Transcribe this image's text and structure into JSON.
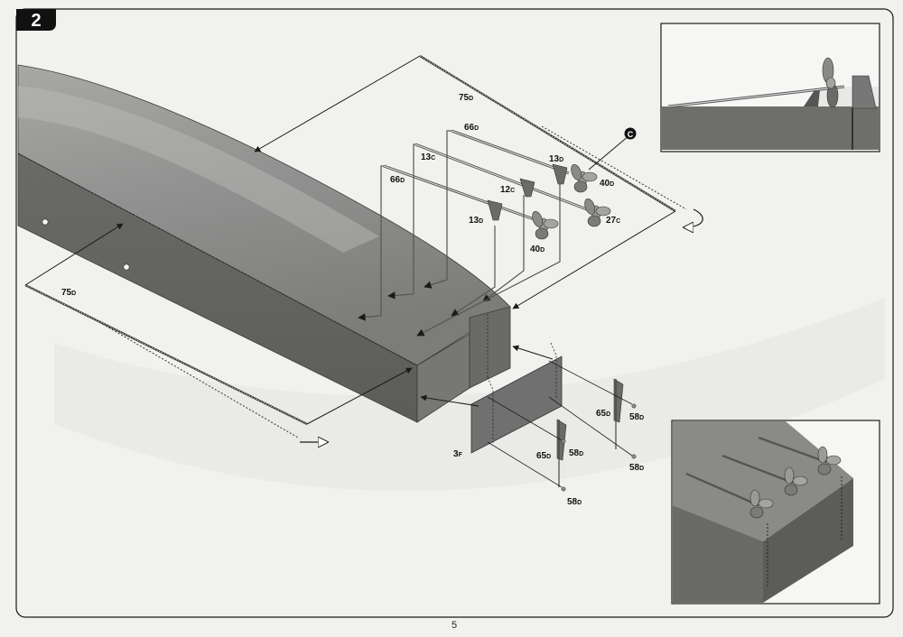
{
  "step": {
    "number": "2"
  },
  "page": {
    "number": "5"
  },
  "callout": {
    "letter": "C"
  },
  "part_labels": [
    {
      "id": "p75d_top",
      "num": "75",
      "sub": "D"
    },
    {
      "id": "p66d_a",
      "num": "66",
      "sub": "D"
    },
    {
      "id": "p13c",
      "num": "13",
      "sub": "C"
    },
    {
      "id": "p66d_b",
      "num": "66",
      "sub": "D"
    },
    {
      "id": "p13d_a",
      "num": "13",
      "sub": "D"
    },
    {
      "id": "p40d_a",
      "num": "40",
      "sub": "D"
    },
    {
      "id": "p12c",
      "num": "12",
      "sub": "C"
    },
    {
      "id": "p27c",
      "num": "27",
      "sub": "C"
    },
    {
      "id": "p13d_b",
      "num": "13",
      "sub": "D"
    },
    {
      "id": "p40d_b",
      "num": "40",
      "sub": "D"
    },
    {
      "id": "p75d_left",
      "num": "75",
      "sub": "D"
    },
    {
      "id": "p65d_a",
      "num": "65",
      "sub": "D"
    },
    {
      "id": "p58d_a",
      "num": "58",
      "sub": "D"
    },
    {
      "id": "p58d_b",
      "num": "58",
      "sub": "D"
    },
    {
      "id": "p58d_c",
      "num": "58",
      "sub": "D"
    },
    {
      "id": "p65d_b",
      "num": "65",
      "sub": "D"
    },
    {
      "id": "p3f",
      "num": "3",
      "sub": "F"
    },
    {
      "id": "p58d_d",
      "num": "58",
      "sub": "D"
    }
  ],
  "colors": {
    "hull_dark": "#6e6e6a",
    "hull_mid": "#8a8a86",
    "hull_light": "#b4b4b0",
    "line": "#1a1a1a",
    "paper": "#f1f1ee"
  }
}
